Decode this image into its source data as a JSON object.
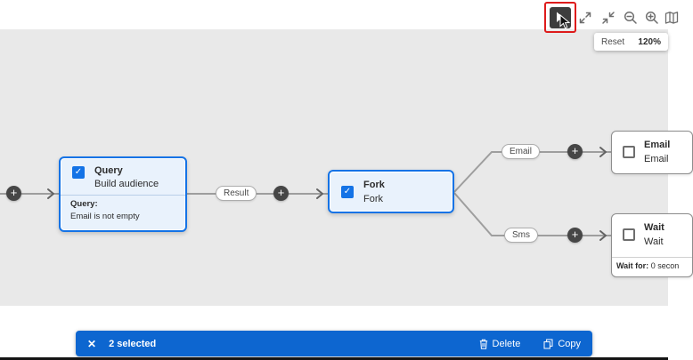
{
  "glyphs": {
    "plus": "+",
    "check": "✓",
    "close": "✕"
  },
  "toolbar": {
    "zoom_popup": {
      "reset": "Reset",
      "zoom_level": "120%"
    }
  },
  "canvas": {
    "pills": {
      "result": "Result",
      "email": "Email",
      "sms": "Sms"
    },
    "nodes": {
      "query": {
        "title": "Query",
        "subtitle": "Build audience",
        "detail_label": "Query:",
        "detail_value": "Email is not empty",
        "checked": true
      },
      "fork": {
        "title": "Fork",
        "subtitle": "Fork",
        "checked": true
      },
      "email": {
        "title": "Email",
        "subtitle": "Email",
        "checked": false
      },
      "wait": {
        "title": "Wait",
        "subtitle": "Wait",
        "detail_label": "Wait for:",
        "detail_value": "0 secon",
        "checked": false
      }
    }
  },
  "action_bar": {
    "selected_count": "2 selected",
    "delete": "Delete",
    "copy": "Copy"
  },
  "colors": {
    "accent_blue": "#1473e6",
    "action_bar_blue": "#0d66d0",
    "annotation_red": "#de1b1b",
    "canvas_gray": "#e9e9e9",
    "node_selected_fill": "#e9f2fc",
    "connector_gray": "#9e9e9e",
    "toolbar_icon_gray": "#6e6e6e"
  }
}
